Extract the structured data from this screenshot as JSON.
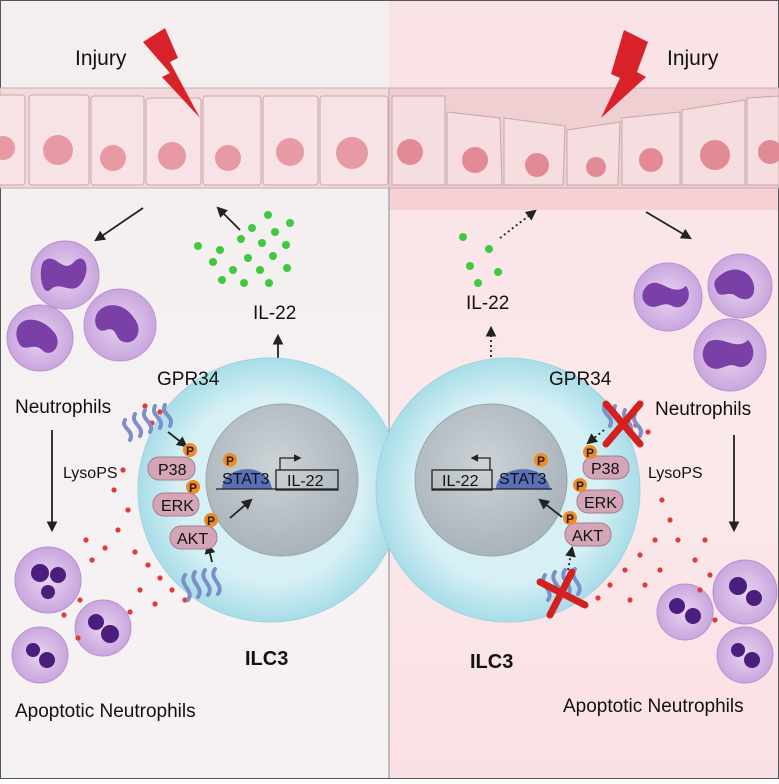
{
  "left_panel": {
    "injury_label": "Injury",
    "il22_secreted_label": "IL-22",
    "receptor_label": "GPR34",
    "neutrophils_label": "Neutrophils",
    "lysops_label": "LysoPS",
    "kinases": [
      "P38",
      "ERK",
      "AKT"
    ],
    "phospho_label": "P",
    "stat3_label": "STAT3",
    "gene_label": "IL-22",
    "cell_label": "ILC3",
    "apoptotic_label": "Apoptotic Neutrophils"
  },
  "right_panel": {
    "injury_label": "Injury",
    "il22_secreted_label": "IL-22",
    "receptor_label": "GPR34",
    "neutrophils_label": "Neutrophils",
    "lysops_label": "LysoPS",
    "kinases": [
      "P38",
      "ERK",
      "AKT"
    ],
    "phospho_label": "P",
    "stat3_label": "STAT3",
    "gene_label": "IL-22",
    "cell_label": "ILC3",
    "apoptotic_label": "Apoptotic Neutrophils"
  },
  "colors": {
    "injury_bolt": "#d9212a",
    "il22_dots": "#3ec93e",
    "lysops_dots": "#e03a3a",
    "neutrophil": "#c9a6de",
    "neutrophil_nucleus": "#7b3fa8",
    "apoptotic_nucleus": "#4b1e7e",
    "cell_membrane": "#b8e6ef",
    "nucleus": "#bcc6cc",
    "stat3": "#5a6fb8",
    "kinase": "#d4a4b7",
    "phospho": "#f08a24",
    "inhibition_cross": "#d42020"
  }
}
